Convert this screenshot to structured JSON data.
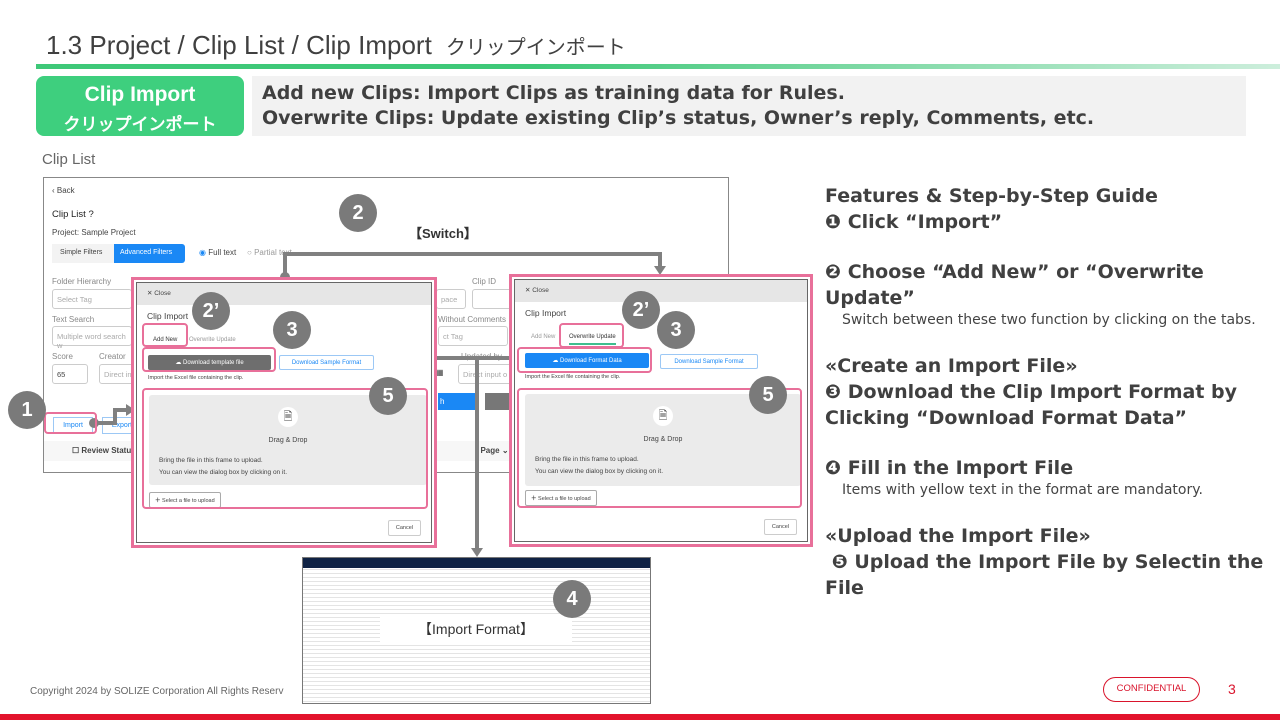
{
  "header": {
    "title": "1.3 Project / Clip List / Clip Import",
    "title_jp": "クリップインポート"
  },
  "badge": {
    "label": "Clip Import",
    "label_jp": "クリップインポート"
  },
  "description": {
    "line1": "Add new Clips: Import Clips as training data for Rules.",
    "line2": "Overwrite Clips: Update existing Clip’s status, Owner’s reply, Comments, etc."
  },
  "cliplist_caption": "Clip List",
  "clip_list_screen": {
    "back": "Back",
    "heading": "Clip List",
    "project": "Project: Sample Project",
    "filter_tabs": [
      "Simple Filters",
      "Advanced Filters"
    ],
    "radios": [
      "Full text",
      "Partial text"
    ],
    "fields": {
      "folder_hierarchy": "Folder Hierarchy",
      "select_tag": "Select Tag",
      "text_search": "Text Search",
      "text_search_placeholder": "Multiple word search w",
      "score": "Score",
      "score_value": "65",
      "creator": "Creator",
      "creator_placeholder": "Direct in",
      "clip_id": "Clip ID",
      "space": "pace",
      "without_comments": "Without Comments",
      "select_tag2": "ct Tag",
      "updated_by": "Updated by",
      "direct_input": "Direct input o"
    },
    "search_btn": "h",
    "import_btn": "Import",
    "export_btn": "Export",
    "review_status": "Review Status",
    "page": "Page"
  },
  "modal_add": {
    "close": "Close",
    "title": "Clip Import",
    "tabs": [
      "Add New",
      "Overwrite Update"
    ],
    "download_btn": "Download template file",
    "sample_btn": "Download Sample Format",
    "note": "Import the Excel file containing the clip.",
    "drag": "Drag & Drop",
    "drop1": "Bring the file in this frame to upload.",
    "drop2": "You can view the dialog box by clicking on it.",
    "select_btn": "Select a file to upload",
    "cancel": "Cancel"
  },
  "modal_overwrite": {
    "close": "Close",
    "title": "Clip Import",
    "tabs": [
      "Add New",
      "Overwrite Update"
    ],
    "download_btn": "Download Format Data",
    "sample_btn": "Download Sample Format",
    "note": "Import the Excel file containing the clip.",
    "drag": "Drag & Drop",
    "drop1": "Bring the file in this frame to upload.",
    "drop2": "You can view the dialog box by clicking on it.",
    "select_btn": "Select a file to upload",
    "cancel": "Cancel"
  },
  "switch_label": "【Switch】",
  "import_format_label": "【Import Format】",
  "callouts": {
    "c1": "1",
    "c2": "2",
    "c2p": "2’",
    "c3": "3",
    "c4": "4",
    "c5": "5"
  },
  "guide": {
    "heading": "Features & Step-by-Step Guide",
    "step1": "❶ Click “Import”",
    "step2": "❷ Choose “Add New” or “Overwrite Update”",
    "step2_sub": "Switch between these two function by clicking on the tabs.",
    "section_create": "«Create an Import File»",
    "step3": "❸ Download the Clip Import Format by Clicking “Download Format Data”",
    "step4": "❹ Fill in the Import File",
    "step4_sub": "Items with yellow text in the format are mandatory.",
    "section_upload": "«Upload the Import File»",
    "step5": " ❺ Upload the Import File by Selectin the File"
  },
  "footer": {
    "copyright": "Copyright 2024 by SOLIZE Corporation All Rights Reserv",
    "confidential": "CONFIDENTIAL",
    "page": "3"
  },
  "colors": {
    "green": "#3ecf7e",
    "pink": "#e8709a",
    "red": "#e3142c",
    "blue": "#1a88f5"
  }
}
